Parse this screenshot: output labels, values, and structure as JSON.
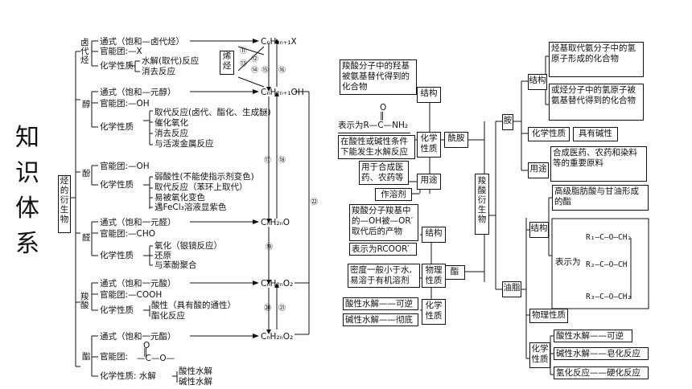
{
  "side_title": [
    "知",
    "识",
    "体",
    "系"
  ],
  "left": {
    "root": "烃的衍生物",
    "halo": {
      "label": "卤代烃",
      "general": "通式（饱和—卤代烃）",
      "group": "官能团:—X",
      "chem_label": "化学性质",
      "props": [
        "水解(取代)反应",
        "消去反应"
      ],
      "formula": "CₙH₂ₙ₊₁X",
      "mid": "烯烃",
      "arrows": [
        "⑪",
        "⑫",
        "⑬",
        "⑭",
        "⑮",
        "⑯"
      ]
    },
    "alcohol": {
      "label": "醇",
      "general": "通式（饱和—元醇）",
      "group": "官能团:—OH",
      "chem_label": "化学性质",
      "props": [
        "取代反应(卤代、酯化、生成醚)",
        "催化氧化",
        "消去反应",
        "与活泼金属反应"
      ],
      "formula": "CₙH₂ₙ₊₁OH",
      "arrows": [
        "⑰",
        "⑱",
        "㉒"
      ]
    },
    "phenol": {
      "label": "酚",
      "group": "官能团:—OH",
      "chem_label": "化学性质",
      "props": [
        "弱酸性(不能使指示剂变色)",
        "取代反应（苯环上取代）",
        "易被氧化变色",
        "遇FeCl₃溶液显紫色"
      ]
    },
    "aldehyde": {
      "label": "醛",
      "general": "通式（饱和一元醛）",
      "group": "官能团:—CHO",
      "chem_label": "化学性质",
      "props": [
        "氧化（银镜反应）",
        "还原",
        "与苯酚聚合"
      ],
      "formula": "CₙH₂ₙO",
      "arrows": [
        "⑲"
      ]
    },
    "acid": {
      "label": "羧酸",
      "general": "通式（饱和一元酸）",
      "group": "官能团:—COOH",
      "chem_label": "化学性质",
      "props": [
        "酸性（具有酸的通性）",
        "酯化反应"
      ],
      "formula": "CₙH₂ₙO₂",
      "arrows": [
        "⑳",
        "㉑"
      ]
    },
    "ester": {
      "label": "酯",
      "general": "通式（饱和一元酯）",
      "group": "官能团:",
      "group_struct": [
        "O",
        "‖",
        "—C—O—"
      ],
      "chem_label": "化学性质: 水解",
      "props": [
        "酸性水解",
        "碱性水解"
      ],
      "formula": "CₙH₂ₙO₂"
    }
  },
  "right": {
    "root": "羧酸衍生物",
    "amide": {
      "label": "酰胺",
      "structure": "结构",
      "structure_text": "羧酸分子中的羟基被氨基替代得到的化合物",
      "structure_formula": [
        "O",
        "‖",
        "表示为R—C—NH₂"
      ],
      "chem": "化学性质",
      "chem_text": "在酸性或碱性条件下能发生水解反应",
      "use": "用途",
      "use_text": "用于合成医药、农药等",
      "use_text2": "作溶剂"
    },
    "amine": {
      "label": "胺",
      "structure": "结构",
      "structure_text1": "烃基取代氨分子中的氢原子形成的化合物",
      "structure_text2": "或烃分子中的氢原子被氨基替代得到的化合物",
      "chem": "化学性质",
      "chem_text": "具有碱性",
      "use": "用途",
      "use_text": "合成医药、农药和染料等的重要原料"
    },
    "ester": {
      "label": "酯",
      "structure": "结构",
      "structure_text": "羧酸分子羧基中的—OH被—OR′取代后的产物",
      "structure_formula": "表示为RCOOR′",
      "phys": "物理性质",
      "phys_text": "密度一般小于水,易溶于有机溶剂",
      "chem": "化学性质",
      "chem_text1": "酸性水解——可逆",
      "chem_text2": "碱性水解——彻底"
    },
    "fat": {
      "label": "油脂",
      "structure": "结构",
      "structure_text": "高级脂肪酸与甘油形成的酯",
      "structure_label": "表示为",
      "rows": [
        "R₁—C—O—CH₂",
        "R₂—C—O—CH",
        "R₃—C—O—CH₂"
      ],
      "phys": "物理性质",
      "chem": "化学性质",
      "chem_text1": "酸性水解——可逆",
      "chem_text2": "碱性水解——皂化反应",
      "chem_text3": "氢化反应——硬化反应"
    }
  }
}
